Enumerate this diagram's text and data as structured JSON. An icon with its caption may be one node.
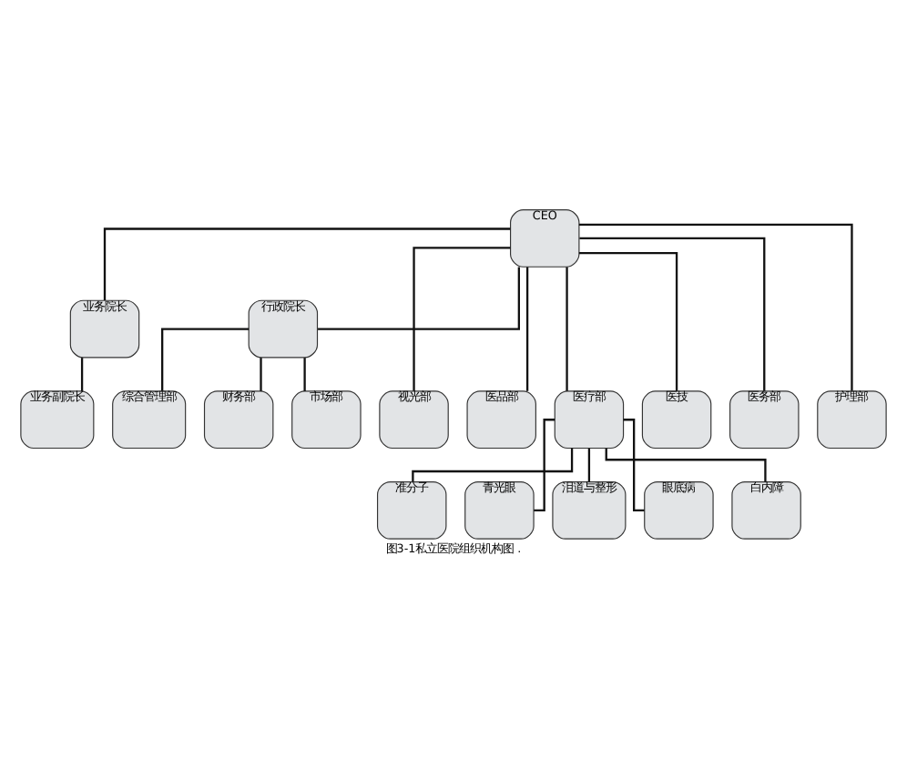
{
  "diagram": {
    "caption": "图3-1私立医院组织机构图 .",
    "nodes": [
      {
        "text": [
          "CEO"
        ]
      },
      {
        "text": [
          "业务院长"
        ]
      },
      {
        "text": [
          "行政院长"
        ]
      },
      {
        "text": [
          "业务副院长"
        ]
      },
      {
        "text": [
          "综合管理部"
        ]
      },
      {
        "text": [
          "财务部"
        ]
      },
      {
        "text": [
          "市场部"
        ]
      },
      {
        "text": [
          "视光部"
        ]
      },
      {
        "text": [
          "医品部"
        ]
      },
      {
        "text": [
          "医疗部"
        ]
      },
      {
        "text": [
          "医技"
        ]
      },
      {
        "text": [
          "医务部"
        ]
      },
      {
        "text": [
          "护理部"
        ]
      },
      {
        "text": [
          "准分子"
        ]
      },
      {
        "text": [
          "青光眼"
        ]
      },
      {
        "text": [
          "泪道与整形"
        ]
      },
      {
        "text": [
          "眼底病"
        ]
      },
      {
        "text": [
          "白内障"
        ]
      }
    ],
    "edges": [
      {
        "from": 0,
        "to": 1,
        "arrow": "none"
      },
      {
        "from": 0,
        "to": 2,
        "arrow": "none"
      },
      {
        "from": 1,
        "to": 3,
        "arrow": "none"
      },
      {
        "from": 2,
        "to": 4,
        "arrow": "none"
      },
      {
        "from": 2,
        "to": 5,
        "arrow": "none"
      },
      {
        "from": 2,
        "to": 6,
        "arrow": "none"
      },
      {
        "from": 0,
        "to": 7,
        "arrow": "none"
      },
      {
        "from": 0,
        "to": 8,
        "arrow": "none"
      },
      {
        "from": 0,
        "to": 9,
        "arrow": "none"
      },
      {
        "from": 0,
        "to": 10,
        "arrow": "none"
      },
      {
        "from": 0,
        "to": 11,
        "arrow": "none"
      },
      {
        "from": 0,
        "to": 12,
        "arrow": "none"
      },
      {
        "from": 9,
        "to": 13,
        "arrow": "none"
      },
      {
        "from": 9,
        "to": 14,
        "arrow": "none"
      },
      {
        "from": 9,
        "to": 15,
        "arrow": "none"
      },
      {
        "from": 9,
        "to": 16,
        "arrow": "none"
      },
      {
        "from": 9,
        "to": 17,
        "arrow": "none"
      }
    ]
  }
}
